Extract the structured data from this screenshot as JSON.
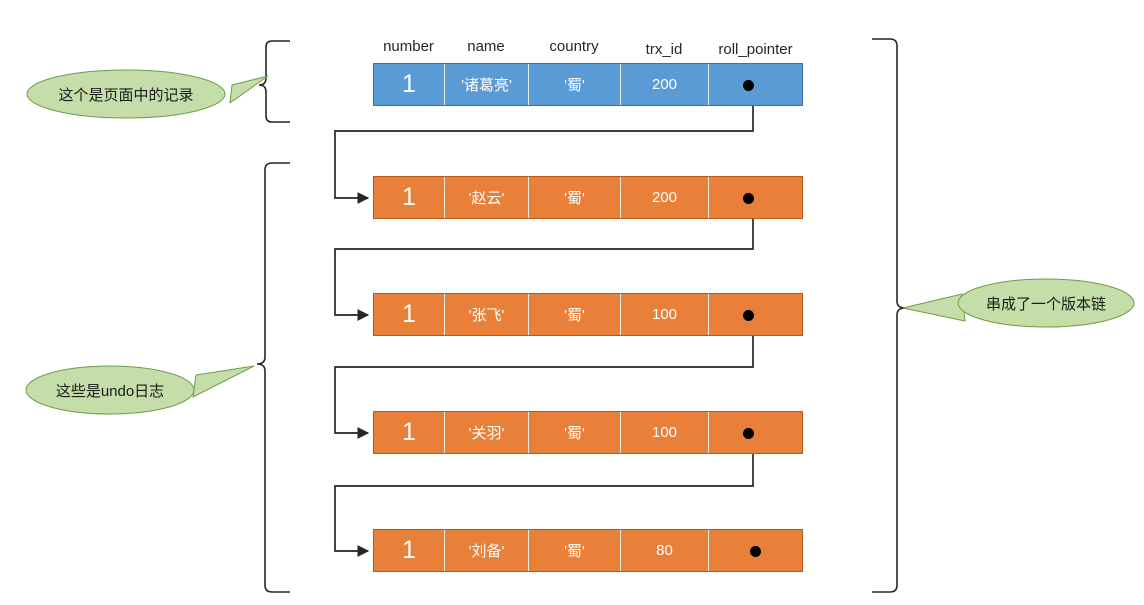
{
  "diagram": {
    "title": "MVCC undo log version chain",
    "colors": {
      "record_blue": "#5B9BD5",
      "undo_orange": "#E8803A",
      "callout_green": "#C5DDA8",
      "line_black": "#262626"
    }
  },
  "table": {
    "columns": [
      {
        "key": "number",
        "label": "number"
      },
      {
        "key": "name",
        "label": "name"
      },
      {
        "key": "country",
        "label": "country"
      },
      {
        "key": "trx_id",
        "label": "trx_id"
      },
      {
        "key": "roll_pointer",
        "label": "roll_pointer"
      }
    ]
  },
  "rows": [
    {
      "kind": "record",
      "number": "1",
      "name": "'诸葛亮'",
      "country": "'蜀'",
      "trx_id": "200",
      "roll_pointer": "roll-pointer-dot"
    },
    {
      "kind": "undo",
      "number": "1",
      "name": "'赵云'",
      "country": "'蜀'",
      "trx_id": "200",
      "roll_pointer": "roll-pointer-dot"
    },
    {
      "kind": "undo",
      "number": "1",
      "name": "'张飞'",
      "country": "'蜀'",
      "trx_id": "100",
      "roll_pointer": "roll-pointer-dot"
    },
    {
      "kind": "undo",
      "number": "1",
      "name": "'关羽'",
      "country": "'蜀'",
      "trx_id": "100",
      "roll_pointer": "roll-pointer-dot"
    },
    {
      "kind": "undo",
      "number": "1",
      "name": "'刘备'",
      "country": "'蜀'",
      "trx_id": "80",
      "roll_pointer": "roll-pointer-dot"
    }
  ],
  "callouts": {
    "record": {
      "text": "这个是页面中的记录"
    },
    "undo": {
      "text": "这些是undo日志"
    },
    "chain": {
      "text": "串成了一个版本链"
    }
  }
}
